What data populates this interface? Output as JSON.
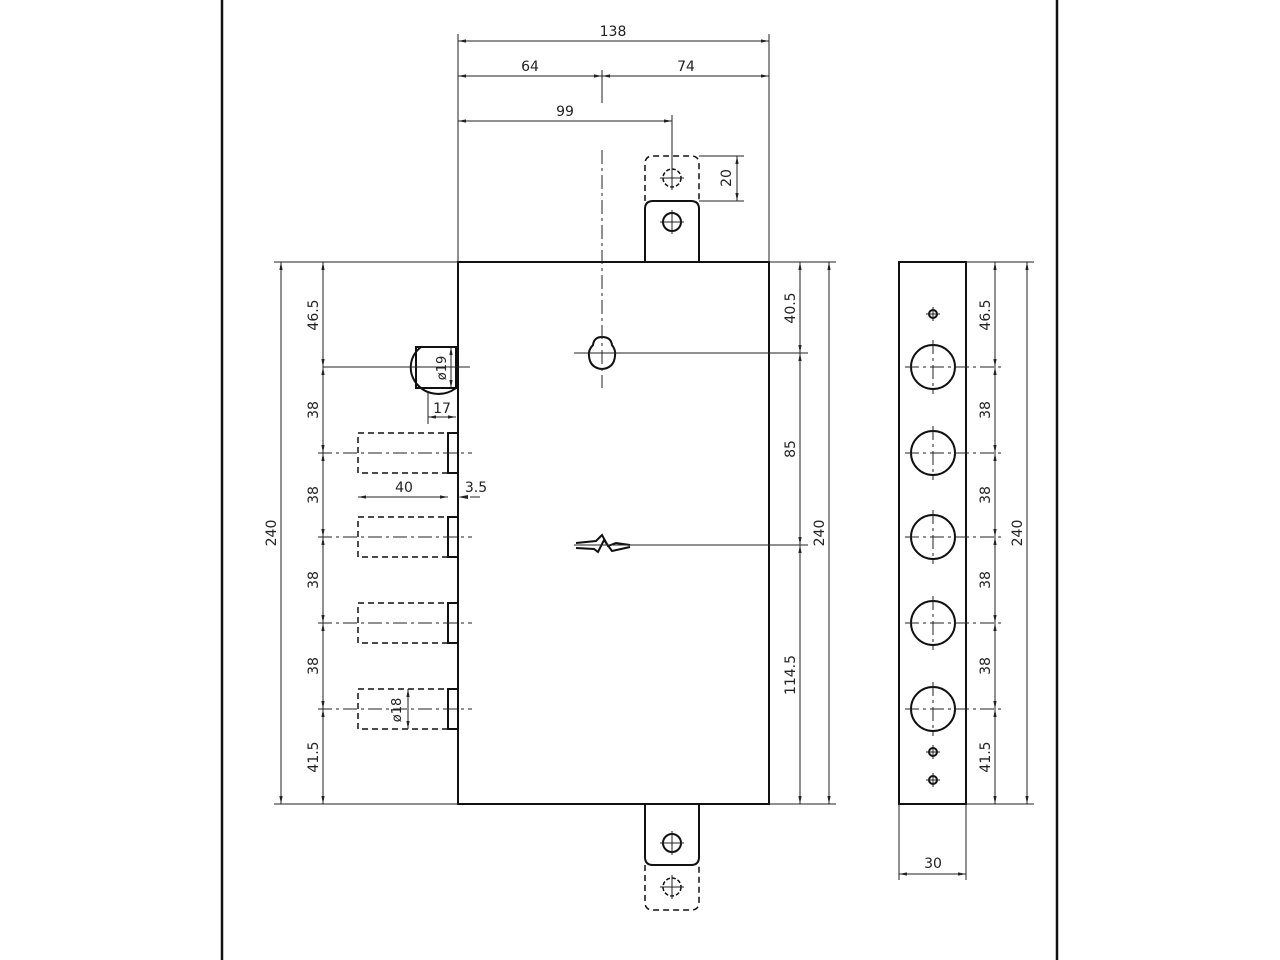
{
  "drawing": {
    "top_dims": {
      "overall_width": "138",
      "left_to_cylinder": "64",
      "cylinder_to_right": "74",
      "left_to_tab": "99",
      "tab_travel": "20"
    },
    "left_dims": {
      "total_height": "240",
      "chain": [
        "46.5",
        "38",
        "38",
        "38",
        "38",
        "41.5"
      ],
      "latch_diameter": "ø19",
      "latch_projection": "17",
      "bolt_length": "40",
      "bolt_offset": "3.5",
      "bolt_diameter": "ø18"
    },
    "right_dims": {
      "total_height": "240",
      "chain": [
        "40.5",
        "85",
        "114.5"
      ]
    },
    "side_view": {
      "total_height": "240",
      "chain": [
        "46.5",
        "38",
        "38",
        "38",
        "38",
        "41.5"
      ],
      "thickness": "30"
    }
  }
}
